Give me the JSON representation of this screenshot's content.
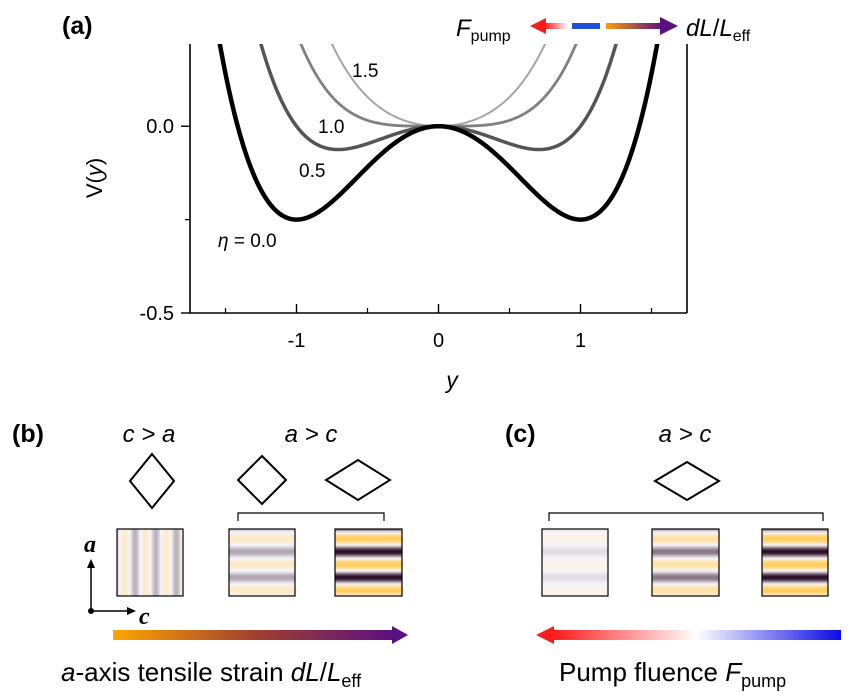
{
  "chart_data": [
    {
      "type": "line",
      "panel": "(a)",
      "xlabel": "y",
      "ylabel": "V(y)",
      "xlim": [
        -1.75,
        1.75
      ],
      "ylim": [
        -0.5,
        0.22
      ],
      "x_ticks": [
        -1,
        0,
        1
      ],
      "x_tick_labels": [
        "-1",
        "0",
        "1"
      ],
      "y_ticks": [
        -0.5,
        0.0
      ],
      "y_tick_labels": [
        "-0.5",
        "0.0"
      ],
      "grid": false,
      "potential": "V(y) = y^4/4 - (1 - eta) y^2/2",
      "series": [
        {
          "name": "η = 0.0",
          "eta": 0.0,
          "color": "#000000",
          "width": 4.5
        },
        {
          "name": "0.5",
          "eta": 0.5,
          "color": "#555555",
          "width": 3.5
        },
        {
          "name": "1.0",
          "eta": 1.0,
          "color": "#808080",
          "width": 2.8
        },
        {
          "name": "1.5",
          "eta": 1.5,
          "color": "#a5a5a5",
          "width": 2.0
        }
      ]
    }
  ],
  "labels": {
    "panel_a": "(a)",
    "panel_b": "(b)",
    "panel_c": "(c)",
    "eta_prefix": "η",
    "eta_eq": " = 0.0",
    "curve_05": "0.5",
    "curve_10": "1.0",
    "curve_15": "1.5",
    "ylabel_pre": "V(",
    "ylabel_var": "y",
    "ylabel_post": ")",
    "xlabel": "y",
    "legend_f": "F",
    "legend_f_sub": "pump",
    "legend_dl": "dL",
    "legend_slash": "/",
    "legend_l": "L",
    "legend_l_sub": "eff",
    "b_cond1": "c > a",
    "b_cond2": "a > c",
    "c_cond": "a > c",
    "axis_a": "a",
    "axis_c": "c",
    "strain_prefix": "a",
    "strain_text": "-axis tensile strain ",
    "strain_dl": "dL",
    "strain_slash": "/",
    "strain_l": "L",
    "strain_sub": "eff",
    "pump_text": "Pump fluence ",
    "pump_f": "F",
    "pump_sub": "pump"
  },
  "colors": {
    "pump_red": "#ff1a1a",
    "pump_blue": "#0a0ae6",
    "strain_orange": "#ffa500",
    "strain_purple": "#5a0f82",
    "legend_blue": "#1e4fd6"
  },
  "stripe_panels": {
    "b": [
      {
        "orientation": "vertical",
        "contrast": 0.3
      },
      {
        "orientation": "horizontal",
        "contrast": 0.35
      },
      {
        "orientation": "horizontal",
        "contrast": 1.0
      }
    ],
    "c": [
      {
        "orientation": "horizontal",
        "contrast": 0.12
      },
      {
        "orientation": "horizontal",
        "contrast": 0.55
      },
      {
        "orientation": "horizontal",
        "contrast": 1.0
      }
    ]
  }
}
